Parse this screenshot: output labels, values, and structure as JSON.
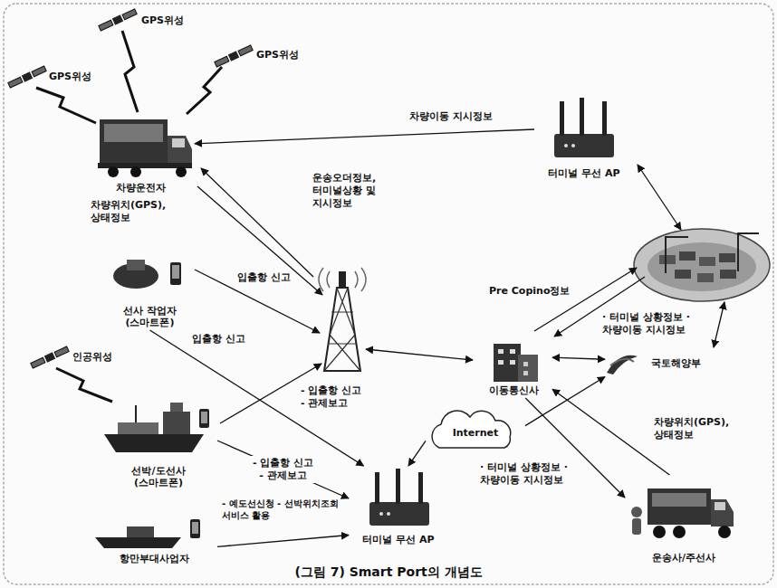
{
  "diagram": {
    "caption": "(그림 7) Smart Port의 개념도",
    "nodes": [
      {
        "text": [
          "차량운전자"
        ]
      },
      {
        "text": [
          "선사 작업자 (스마트폰)"
        ]
      },
      {
        "text": [
          "선박/도선사 (스마트폰)"
        ]
      },
      {
        "text": [
          "항만부대사업자"
        ]
      },
      {
        "text": [
          "터미널 무선 AP"
        ]
      },
      {
        "text": [
          "터미널 무선 AP"
        ]
      },
      {
        "text": [
          "이동통신사"
        ]
      },
      {
        "text": [
          "Internet"
        ]
      },
      {
        "text": [
          "국토해양부"
        ]
      },
      {
        "text": [
          "운송사/주선사"
        ]
      }
    ],
    "edges": [
      {
        "from": 4,
        "to": 0,
        "arrow": "to",
        "label": "차량이동 지시정보"
      },
      {
        "from": 1,
        "to": 5,
        "arrow": "to",
        "label": "입출항 신고"
      },
      {
        "from": 2,
        "to": 5,
        "arrow": "to",
        "label": "- 입출항 신고 - 관제보고"
      },
      {
        "from": 3,
        "to": 5,
        "arrow": "to",
        "label": "- 예도선신청 - 선박위치조회 서비스 활용"
      },
      {
        "from": 7,
        "to": 5,
        "arrow": "to"
      },
      {
        "from": 7,
        "to": 8,
        "arrow": "to"
      },
      {
        "from": 6,
        "to": 8,
        "arrow": "both"
      },
      {
        "from": 6,
        "to": 9,
        "arrow": "to",
        "label": "· 터미널 상황정보 · 차량이동 지시정보"
      },
      {
        "from": 9,
        "to": 6,
        "arrow": "to",
        "label": "차량위치(GPS), 상태정보"
      }
    ],
    "labels": [
      "GPS위성",
      "GPS위성",
      "GPS위성",
      "인공위성",
      "차량위치(GPS), 상태정보",
      "운송오더정보, 터미널상황 및 지시정보",
      "입출항 신고",
      "- 입출항 신고 - 관제보고",
      "Pre Copino정보",
      "· 터미널 상황정보 · 차량이동 지시정보"
    ]
  }
}
